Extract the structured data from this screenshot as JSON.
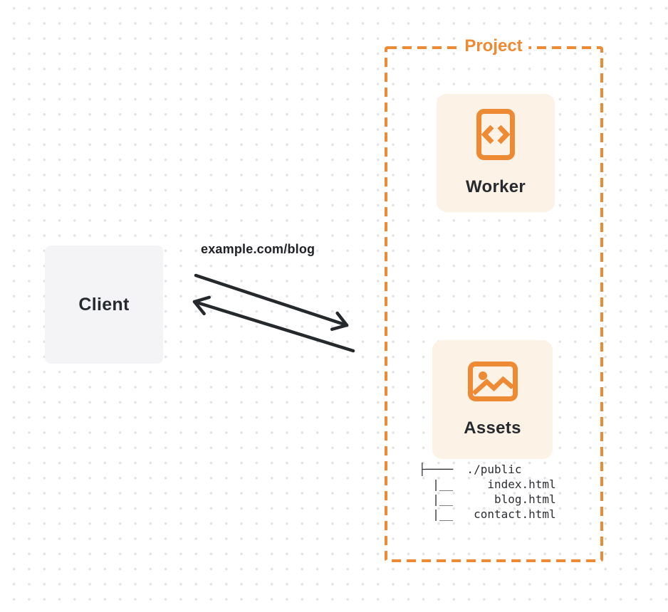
{
  "colors": {
    "accent_orange": "#ED8A33",
    "card_background": "#FCF2E5",
    "client_background": "#F4F4F6",
    "ink": "#26292E",
    "dot_grid": "#E3E3E7"
  },
  "client": {
    "label": "Client"
  },
  "request": {
    "label": "example.com/blog"
  },
  "arrows": {
    "to_project": "right-down-arrow",
    "to_client": "left-up-arrow"
  },
  "project": {
    "label": "Project",
    "worker": {
      "label": "Worker",
      "icon": "code-document-icon"
    },
    "assets": {
      "label": "Assets",
      "icon": "image-icon",
      "file_tree": "├────  ./public\n  |__     index.html\n  |__      blog.html\n  |__   contact.html"
    }
  }
}
